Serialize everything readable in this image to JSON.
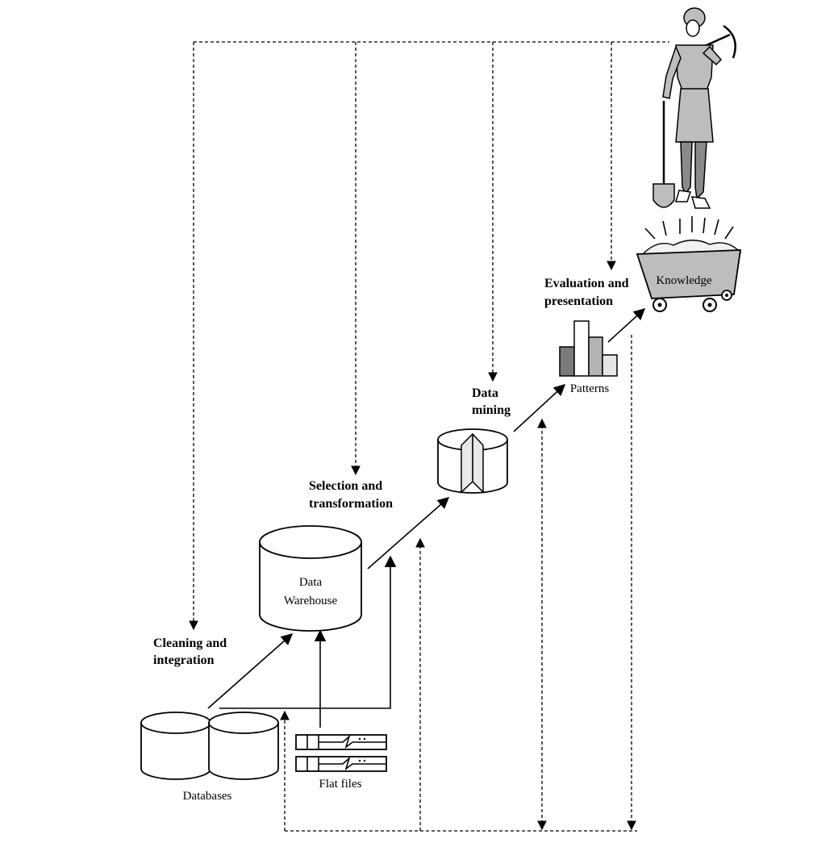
{
  "steps": {
    "cleaning": [
      "Cleaning and",
      "integration"
    ],
    "selection": [
      "Selection and",
      "transformation"
    ],
    "mining": [
      "Data",
      "mining"
    ],
    "evaluation": [
      "Evaluation and",
      "presentation"
    ]
  },
  "objects": {
    "databases": "Databases",
    "flat_files": "Flat files",
    "warehouse": [
      "Data",
      "Warehouse"
    ],
    "patterns": "Patterns",
    "knowledge": "Knowledge"
  },
  "colors": {
    "bar_dark": "#7a7a7a",
    "bar_mid": "#b4b4b4",
    "bar_light": "#e6e6e6",
    "figure_fill": "#bdbdbd",
    "legs_fill": "#8a8a8a"
  }
}
